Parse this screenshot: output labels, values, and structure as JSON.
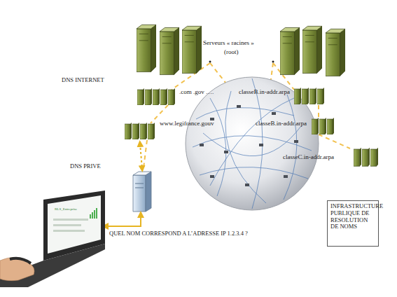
{
  "diagram": {
    "nodes": [
      {
        "text": [
          "INFRASTRUCTURE PUBLIQUE DE RESOLUTION DE NOMS"
        ]
      }
    ],
    "labels": [
      "Serveurs « racines »",
      "(root)",
      "DNS INTERNET",
      ".com .gov ….",
      "classeB.in-addr.arpa",
      "www.legifrance.gouv",
      "classeB.in-addr.arpa",
      "classeC.in-addr.arpa",
      "DNS PRIVE",
      "QUEL NOM CORRESPOND A L’ADRESSE IP 1.2.3.4 ?",
      "RLS_Entreprise"
    ]
  }
}
